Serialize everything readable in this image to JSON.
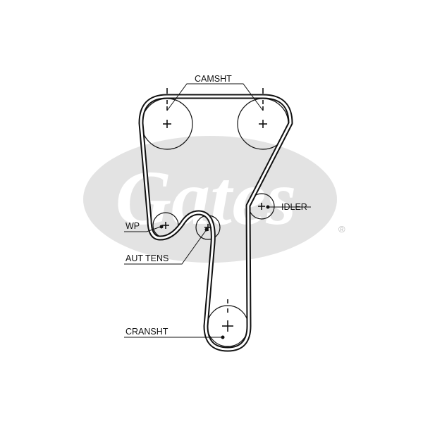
{
  "labels": {
    "camshaft": "CAMSHT",
    "idler": "IDLER",
    "water_pump": "WP",
    "auto_tensioner": "AUT TENS",
    "crankshaft": "CRANSHT"
  },
  "watermark": {
    "brand": "Gates",
    "registered_mark": "®"
  },
  "colors": {
    "belt": "#111111",
    "watermark": "#e3e3e3",
    "text": "#111111"
  },
  "icon_names": [
    "gates-logo-watermark",
    "pulley-center-cross",
    "timing-mark"
  ]
}
